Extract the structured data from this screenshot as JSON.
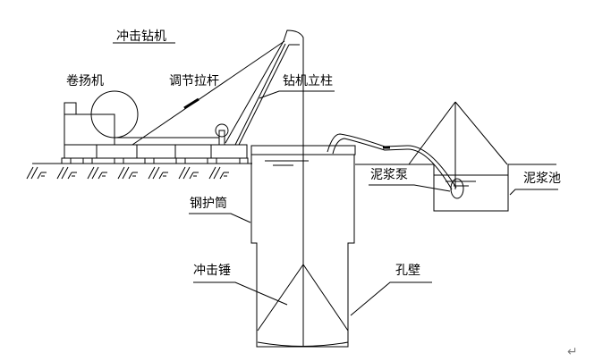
{
  "diagram": {
    "labels": {
      "title": "冲击钻机",
      "winch": "卷扬机",
      "adjusting_rod": "调节拉杆",
      "drill_mast": "钻机立柱",
      "steel_casing": "钢护筒",
      "mud_pump": "泥浆泵",
      "mud_pit": "泥浆池",
      "percussion_hammer": "冲击锤",
      "hole_wall": "孔壁"
    },
    "return_mark": "↵"
  }
}
